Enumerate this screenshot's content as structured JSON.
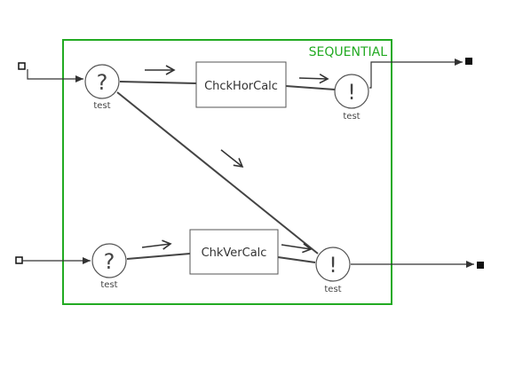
{
  "region": {
    "label": "SEQUENTIAL",
    "border_color": "#22aa22"
  },
  "nodes": {
    "test_in_top": {
      "symbol": "?",
      "label": "test"
    },
    "test_in_bottom": {
      "symbol": "?",
      "label": "test"
    },
    "test_out_top": {
      "symbol": "!",
      "label": "test"
    },
    "test_out_bottom": {
      "symbol": "!",
      "label": "test"
    }
  },
  "processes": {
    "horizontal": {
      "label": "ChckHorCalc"
    },
    "vertical": {
      "label": "ChkVerCalc"
    }
  },
  "colors": {
    "line": "#333333",
    "node_stroke": "#555555",
    "box_stroke": "#555555",
    "text": "#333333"
  }
}
